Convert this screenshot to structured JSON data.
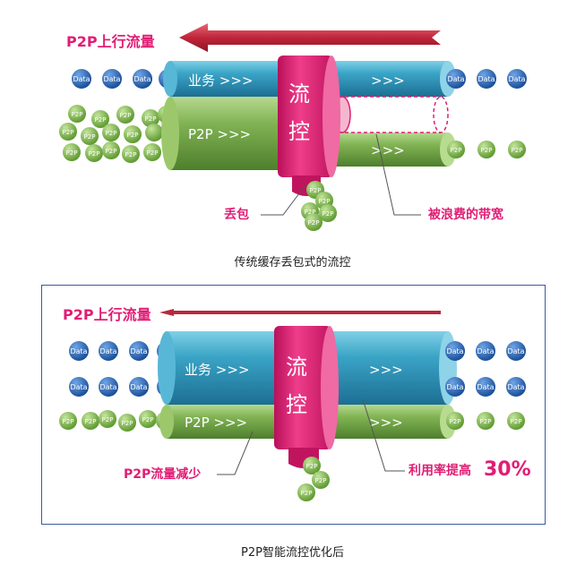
{
  "panel1": {
    "upstream_label": "P2P上行流量",
    "data_label": "Data",
    "p2p_label": "P2P",
    "pipe_business": "业务 >>>",
    "pipe_p2p": "P2P >>>",
    "pipe_arrows": ">>>",
    "valve_line1": "流",
    "valve_line2": "控",
    "drop_label": "丢包",
    "waste_label": "被浪费的带宽",
    "caption": "传统缓存丢包式的流控"
  },
  "panel2": {
    "upstream_label": "P2P上行流量",
    "data_label": "Data",
    "p2p_label": "P2P",
    "pipe_business": "业务 >>>",
    "pipe_p2p": "P2P >>>",
    "pipe_arrows": ">>>",
    "valve_line1": "流",
    "valve_line2": "控",
    "reduce_label": "P2P流量减少",
    "util_label": "利用率提高",
    "util_value": "30%",
    "caption": "P2P智能流控优化后"
  },
  "colors": {
    "arrow_red": "#c0253a",
    "magenta": "#e11d74",
    "teal": "#2a93b8",
    "green": "#6da144",
    "data_ball": "#1e5cae",
    "p2p_ball": "#7cbb45",
    "frame": "#3d5a9e"
  }
}
